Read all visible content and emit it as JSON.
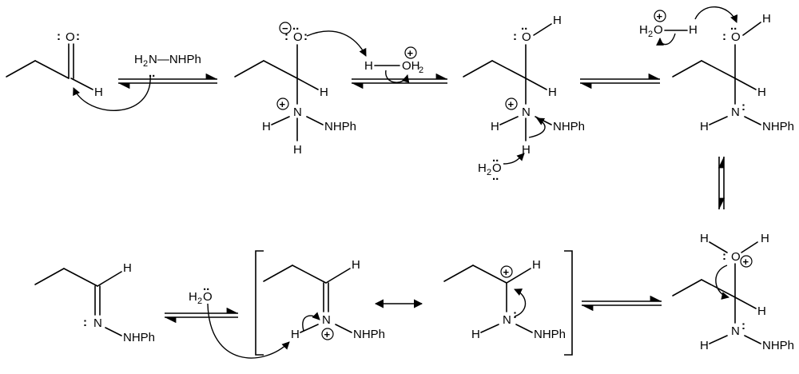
{
  "atoms": {
    "O": "O",
    "H": "H",
    "N": "N",
    "NHPh": "NHPh",
    "NH": "N",
    "OH2": "OH",
    "H2O": "H",
    "H2N_NHPh": "H",
    "two": "2",
    "dots2": ":",
    "dash_NHPh": "N—NHPh"
  },
  "charges": {
    "plus": "+",
    "minus": "−"
  }
}
